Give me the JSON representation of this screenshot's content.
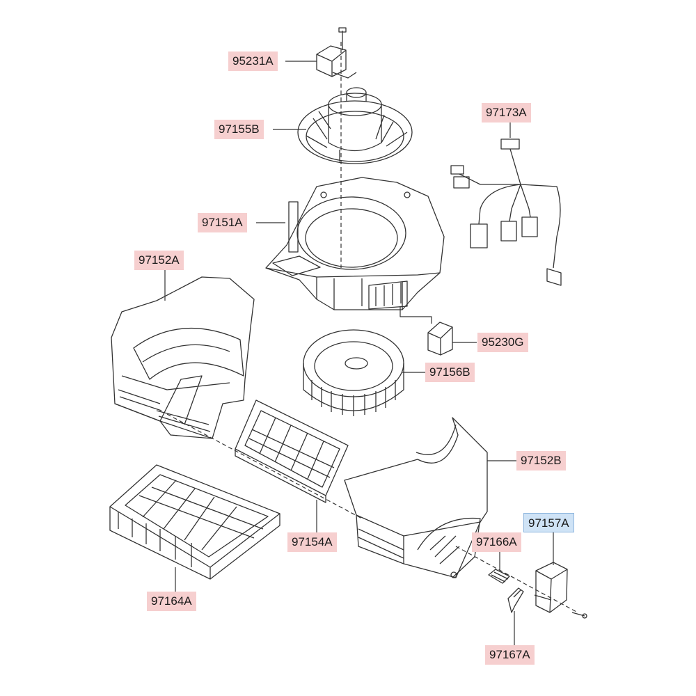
{
  "parts": [
    {
      "id": "95231A",
      "color": "#f6cfcf"
    },
    {
      "id": "97155B",
      "color": "#f6cfcf"
    },
    {
      "id": "97173A",
      "color": "#f6cfcf"
    },
    {
      "id": "97151A",
      "color": "#f6cfcf"
    },
    {
      "id": "97152A",
      "color": "#f6cfcf"
    },
    {
      "id": "95230G",
      "color": "#f6cfcf"
    },
    {
      "id": "97156B",
      "color": "#f6cfcf"
    },
    {
      "id": "97152B",
      "color": "#f6cfcf"
    },
    {
      "id": "97157A",
      "color": "#cfe3f6",
      "highlighted": true
    },
    {
      "id": "97166A",
      "color": "#f6cfcf"
    },
    {
      "id": "97154A",
      "color": "#f6cfcf"
    },
    {
      "id": "97164A",
      "color": "#f6cfcf"
    },
    {
      "id": "97167A",
      "color": "#f6cfcf"
    }
  ]
}
